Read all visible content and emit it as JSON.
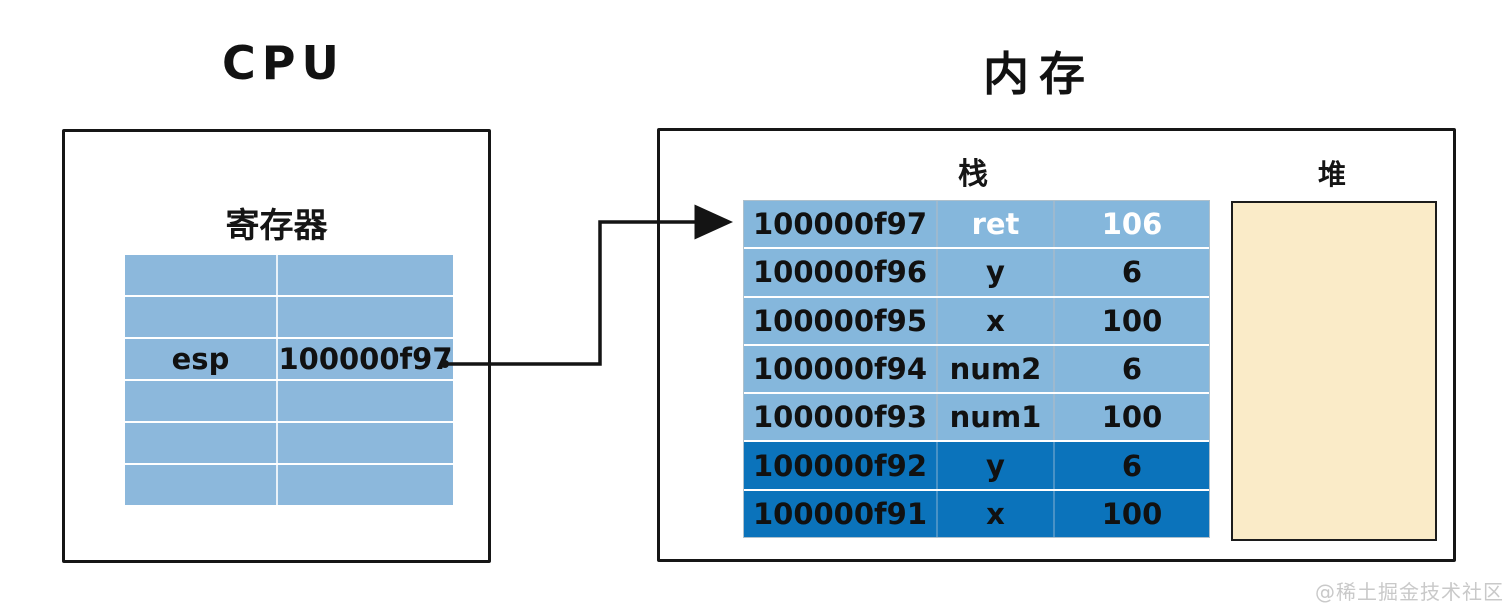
{
  "cpu": {
    "title": "CPU",
    "register_section_title": "寄存器",
    "registers": {
      "rows": [
        {
          "name": "",
          "value": ""
        },
        {
          "name": "",
          "value": ""
        },
        {
          "name": "esp",
          "value": "100000f97"
        },
        {
          "name": "",
          "value": ""
        },
        {
          "name": "",
          "value": ""
        },
        {
          "name": "",
          "value": ""
        }
      ]
    }
  },
  "memory": {
    "title": "内存",
    "stack": {
      "title": "栈",
      "rows": [
        {
          "address": "100000f97",
          "name": "ret",
          "value": "106",
          "shade": "light",
          "white_text": true
        },
        {
          "address": "100000f96",
          "name": "y",
          "value": "6",
          "shade": "light",
          "white_text": false
        },
        {
          "address": "100000f95",
          "name": "x",
          "value": "100",
          "shade": "light",
          "white_text": false
        },
        {
          "address": "100000f94",
          "name": "num2",
          "value": "6",
          "shade": "light",
          "white_text": false
        },
        {
          "address": "100000f93",
          "name": "num1",
          "value": "100",
          "shade": "light",
          "white_text": false
        },
        {
          "address": "100000f92",
          "name": "y",
          "value": "6",
          "shade": "dark",
          "white_text": false
        },
        {
          "address": "100000f91",
          "name": "x",
          "value": "100",
          "shade": "dark",
          "white_text": false
        }
      ]
    },
    "heap": {
      "title": "堆"
    }
  },
  "watermark": "@稀土掘金技术社区",
  "colors": {
    "page_bg": "#ffffff",
    "stack_light": "#85b7dc",
    "stack_dark": "#0b73bb",
    "register_fill": "#8cb8dc",
    "heap_fill": "#faebc8",
    "divider": "#ffffff",
    "text_dark": "#111111",
    "text_white": "#ffffff",
    "watermark": "#c9c9c9"
  }
}
